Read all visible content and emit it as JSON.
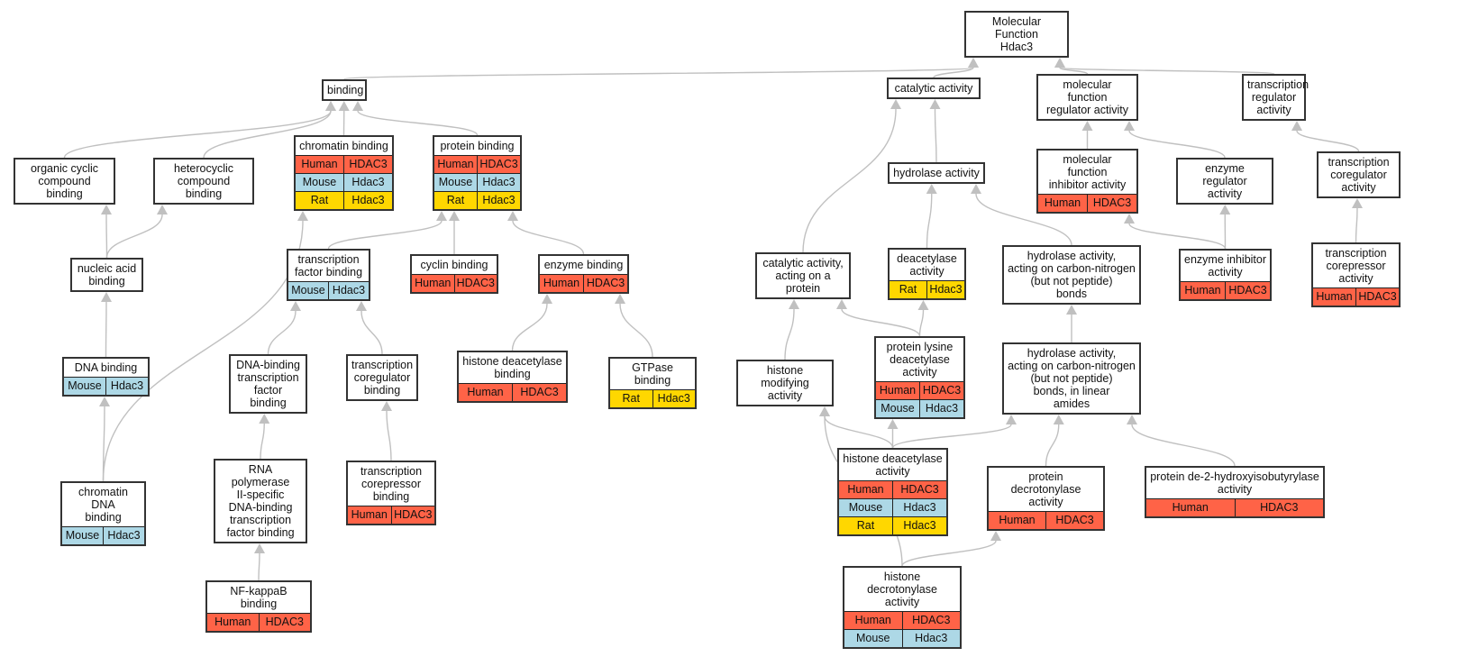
{
  "title": "Molecular Function Hdac3",
  "colors": {
    "Human": "#ff6347",
    "Mouse": "#add8e6",
    "Rat": "#ffd700",
    "edge": "#c0c0c0"
  },
  "nodes": [
    {
      "id": "root",
      "label": "Molecular Function\nHdac3",
      "rows": []
    },
    {
      "id": "binding",
      "label": "binding",
      "rows": []
    },
    {
      "id": "organic",
      "label": "organic cyclic\ncompound binding",
      "rows": []
    },
    {
      "id": "hetero",
      "label": "heterocyclic\ncompound binding",
      "rows": []
    },
    {
      "id": "chromatin",
      "label": "chromatin binding",
      "rows": [
        [
          "Human",
          "HDAC3"
        ],
        [
          "Mouse",
          "Hdac3"
        ],
        [
          "Rat",
          "Hdac3"
        ]
      ]
    },
    {
      "id": "protein",
      "label": "protein binding",
      "rows": [
        [
          "Human",
          "HDAC3"
        ],
        [
          "Mouse",
          "Hdac3"
        ],
        [
          "Rat",
          "Hdac3"
        ]
      ]
    },
    {
      "id": "nucleic",
      "label": "nucleic acid\nbinding",
      "rows": []
    },
    {
      "id": "tfb",
      "label": "transcription\nfactor binding",
      "rows": [
        [
          "Mouse",
          "Hdac3"
        ]
      ]
    },
    {
      "id": "cyclin",
      "label": "cyclin binding",
      "rows": [
        [
          "Human",
          "HDAC3"
        ]
      ]
    },
    {
      "id": "enzyme",
      "label": "enzyme binding",
      "rows": [
        [
          "Human",
          "HDAC3"
        ]
      ]
    },
    {
      "id": "dna",
      "label": "DNA binding",
      "rows": [
        [
          "Mouse",
          "Hdac3"
        ]
      ]
    },
    {
      "id": "dnatf",
      "label": "DNA-binding\ntranscription\nfactor binding",
      "rows": []
    },
    {
      "id": "tcoreg",
      "label": "transcription\ncoregulator\nbinding",
      "rows": []
    },
    {
      "id": "hdacb",
      "label": "histone deacetylase\nbinding",
      "rows": [
        [
          "Human",
          "HDAC3"
        ]
      ]
    },
    {
      "id": "gtpase",
      "label": "GTPase binding",
      "rows": [
        [
          "Rat",
          "Hdac3"
        ]
      ]
    },
    {
      "id": "chrdna",
      "label": "chromatin DNA\nbinding",
      "rows": [
        [
          "Mouse",
          "Hdac3"
        ]
      ]
    },
    {
      "id": "rnapol",
      "label": "RNA polymerase\nII-specific\nDNA-binding\ntranscription\nfactor binding",
      "rows": []
    },
    {
      "id": "tcorep",
      "label": "transcription\ncorepressor\nbinding",
      "rows": [
        [
          "Human",
          "HDAC3"
        ]
      ]
    },
    {
      "id": "nfkb",
      "label": "NF-kappaB binding",
      "rows": [
        [
          "Human",
          "HDAC3"
        ]
      ]
    },
    {
      "id": "catalytic",
      "label": "catalytic activity",
      "rows": []
    },
    {
      "id": "mfreg",
      "label": "molecular function\nregulator activity",
      "rows": []
    },
    {
      "id": "treg",
      "label": "transcription\nregulator activity",
      "rows": []
    },
    {
      "id": "hydrolase",
      "label": "hydrolase activity",
      "rows": []
    },
    {
      "id": "mfinh",
      "label": "molecular function\ninhibitor activity",
      "rows": [
        [
          "Human",
          "HDAC3"
        ]
      ]
    },
    {
      "id": "enzreg",
      "label": "enzyme regulator\nactivity",
      "rows": []
    },
    {
      "id": "tcoregact",
      "label": "transcription\ncoregulator\nactivity",
      "rows": []
    },
    {
      "id": "catprot",
      "label": "catalytic activity,\nacting on a\nprotein",
      "rows": []
    },
    {
      "id": "deacet",
      "label": "deacetylase\nactivity",
      "rows": [
        [
          "Rat",
          "Hdac3"
        ]
      ]
    },
    {
      "id": "hydcn",
      "label": "hydrolase activity,\nacting on carbon-nitrogen\n(but not peptide)\nbonds",
      "rows": []
    },
    {
      "id": "enzinh",
      "label": "enzyme inhibitor\nactivity",
      "rows": [
        [
          "Human",
          "HDAC3"
        ]
      ]
    },
    {
      "id": "tcorepact",
      "label": "transcription\ncorepressor\nactivity",
      "rows": [
        [
          "Human",
          "HDAC3"
        ]
      ]
    },
    {
      "id": "histmod",
      "label": "histone modifying\nactivity",
      "rows": []
    },
    {
      "id": "pldeac",
      "label": "protein lysine\ndeacetylase\nactivity",
      "rows": [
        [
          "Human",
          "HDAC3"
        ],
        [
          "Mouse",
          "Hdac3"
        ]
      ]
    },
    {
      "id": "hydlin",
      "label": "hydrolase activity,\nacting on carbon-nitrogen\n(but not peptide)\nbonds, in linear\namides",
      "rows": []
    },
    {
      "id": "hdacact",
      "label": "histone deacetylase\nactivity",
      "rows": [
        [
          "Human",
          "HDAC3"
        ],
        [
          "Mouse",
          "Hdac3"
        ],
        [
          "Rat",
          "Hdac3"
        ]
      ]
    },
    {
      "id": "pdecrot",
      "label": "protein decrotonylase\nactivity",
      "rows": [
        [
          "Human",
          "HDAC3"
        ]
      ]
    },
    {
      "id": "pde2hib",
      "label": "protein de-2-hydroxyisobutyrylase\nactivity",
      "rows": [
        [
          "Human",
          "HDAC3"
        ]
      ]
    },
    {
      "id": "hdecrot",
      "label": "histone decrotonylase\nactivity",
      "rows": [
        [
          "Human",
          "HDAC3"
        ],
        [
          "Mouse",
          "Hdac3"
        ]
      ]
    }
  ],
  "edges": [
    [
      "binding",
      "root"
    ],
    [
      "catalytic",
      "root"
    ],
    [
      "mfreg",
      "root"
    ],
    [
      "treg",
      "root"
    ],
    [
      "organic",
      "binding"
    ],
    [
      "hetero",
      "binding"
    ],
    [
      "chromatin",
      "binding"
    ],
    [
      "protein",
      "binding"
    ],
    [
      "nucleic",
      "organic"
    ],
    [
      "nucleic",
      "hetero"
    ],
    [
      "dna",
      "nucleic"
    ],
    [
      "chrdna",
      "dna"
    ],
    [
      "chrdna",
      "chromatin"
    ],
    [
      "tfb",
      "protein"
    ],
    [
      "cyclin",
      "protein"
    ],
    [
      "enzyme",
      "protein"
    ],
    [
      "dnatf",
      "tfb"
    ],
    [
      "tcoreg",
      "tfb"
    ],
    [
      "rnapol",
      "dnatf"
    ],
    [
      "nfkb",
      "rnapol"
    ],
    [
      "tcorep",
      "tcoreg"
    ],
    [
      "hdacb",
      "enzyme"
    ],
    [
      "gtpase",
      "enzyme"
    ],
    [
      "hydrolase",
      "catalytic"
    ],
    [
      "catprot",
      "catalytic"
    ],
    [
      "mfinh",
      "mfreg"
    ],
    [
      "enzreg",
      "mfreg"
    ],
    [
      "tcoregact",
      "treg"
    ],
    [
      "deacet",
      "hydrolase"
    ],
    [
      "hydcn",
      "hydrolase"
    ],
    [
      "enzinh",
      "mfinh"
    ],
    [
      "enzinh",
      "enzreg"
    ],
    [
      "tcorepact",
      "tcoregact"
    ],
    [
      "histmod",
      "catprot"
    ],
    [
      "pldeac",
      "catprot"
    ],
    [
      "pldeac",
      "deacet"
    ],
    [
      "hydlin",
      "hydcn"
    ],
    [
      "hdacact",
      "histmod"
    ],
    [
      "hdacact",
      "pldeac"
    ],
    [
      "hdacact",
      "hydlin"
    ],
    [
      "pdecrot",
      "hydlin"
    ],
    [
      "pde2hib",
      "hydlin"
    ],
    [
      "hdecrot",
      "histmod"
    ],
    [
      "hdecrot",
      "pdecrot"
    ]
  ]
}
